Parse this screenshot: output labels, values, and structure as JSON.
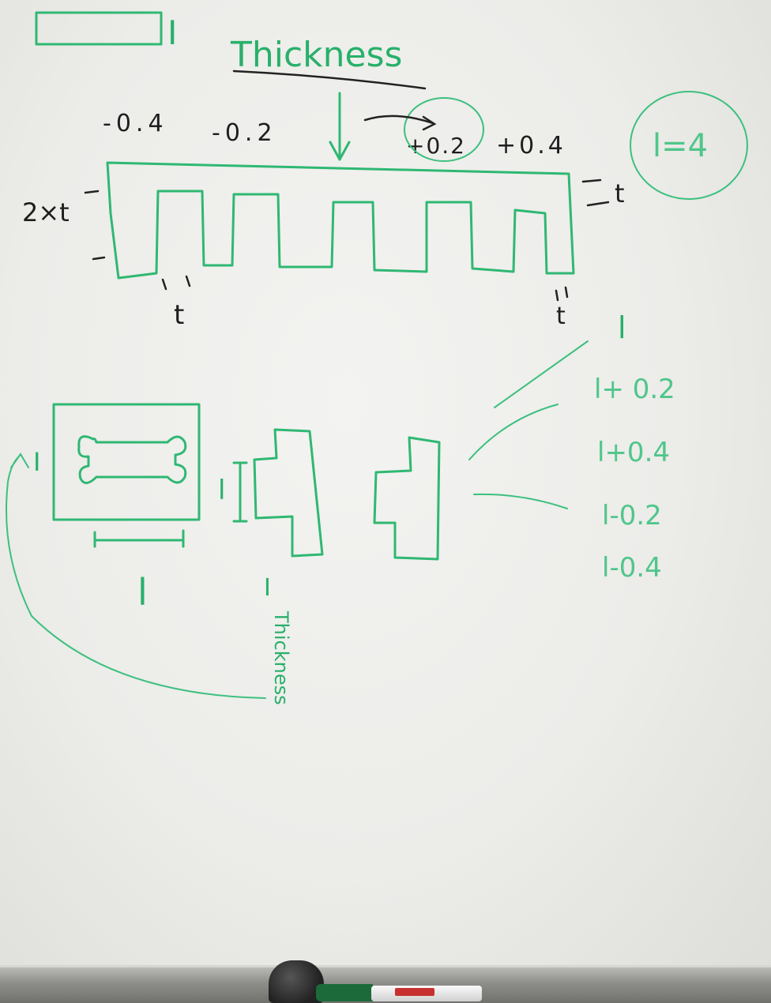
{
  "top_section": {
    "thickness_title": "Thickness",
    "thickness_symbol": "I",
    "offsets": [
      "-0.4",
      "-0.2",
      "+0.2",
      "+0.4"
    ],
    "length_note": "l=4",
    "left_dim": "2×t",
    "right_dim": "t",
    "bottom_left_dim": "t",
    "bottom_right_dim": "t"
  },
  "bottom_section": {
    "plate_thickness_symbol": "I",
    "plate_length_symbol": "l",
    "part_length_symbol": "l",
    "part_thickness_symbol": "I",
    "part_thickness_label": "Thickness",
    "size_list": [
      "l",
      "l+ 0.2",
      "l+0.4",
      "l-0.2",
      "l-0.4"
    ]
  },
  "colors": {
    "marker_green": "#2fb872",
    "ink_black": "#222222",
    "board": "#ececea"
  }
}
